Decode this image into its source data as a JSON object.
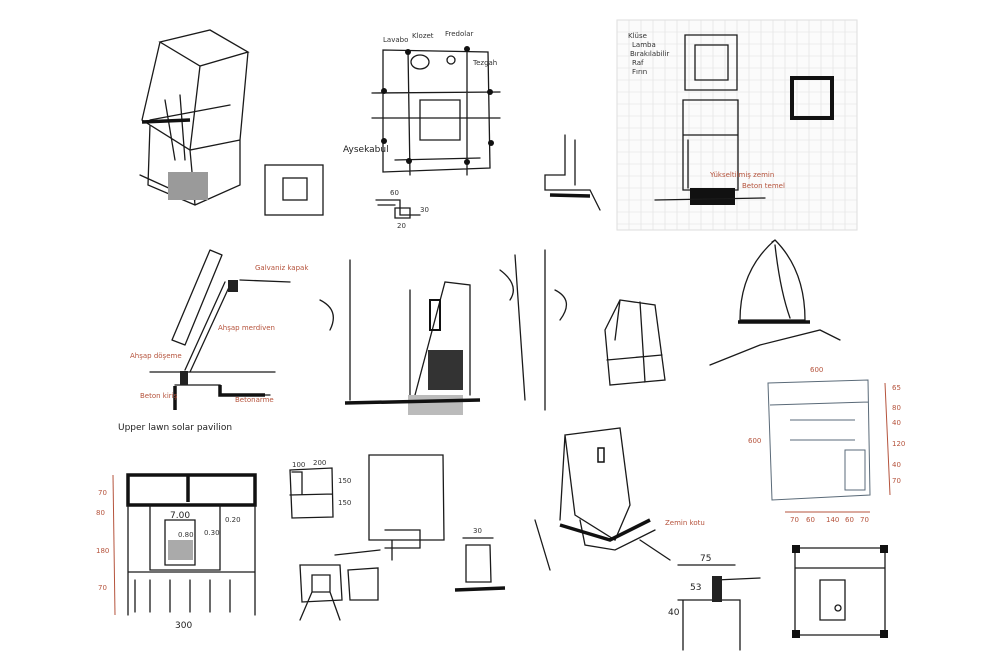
{
  "sheet": {
    "accent_ink": "#1a1a1a",
    "annotation_ink": "#b5533c",
    "grid_ink": "#dcdcdc"
  },
  "plan_top": {
    "labels": [
      "Lavabo",
      "Klozet",
      "Fredolar",
      "Tezgah"
    ],
    "side_label": "Aysekabul",
    "detail_dims": [
      "60",
      "30",
      "20"
    ]
  },
  "grid_sheet": {
    "notes": [
      "Klüse",
      "Lamba",
      "Bırakılabilir",
      "Raf",
      "Fırın"
    ],
    "red_notes": [
      "Yükseltilmiş zemin",
      "Beton temel"
    ]
  },
  "solar_section": {
    "notes": [
      "Galvaniz kapak",
      "Ahşap merdiven",
      "Ahşap döşeme",
      "Beton kiriş",
      "Betonarme"
    ],
    "caption": "Upper lawn solar pavilion"
  },
  "elevation": {
    "left_dims": [
      "70",
      "80",
      "180",
      "70"
    ],
    "bottom_dim": "300",
    "inner_dims": [
      "7.00",
      "0.80",
      "0.30",
      "0.20"
    ]
  },
  "small_plan": {
    "dims": [
      "100",
      "200",
      "150",
      "150"
    ]
  },
  "small_section": {
    "dim": "30"
  },
  "tower": {
    "note": "Zemin kotu"
  },
  "detail_right": {
    "dims": [
      "75",
      "53",
      "40"
    ]
  },
  "right_plan": {
    "top_dim": "600",
    "left_dim": "600",
    "right_dims": [
      "65",
      "80",
      "40",
      "120",
      "40",
      "70"
    ],
    "bottom_dims": [
      "70",
      "60",
      "140",
      "60",
      "70"
    ]
  }
}
